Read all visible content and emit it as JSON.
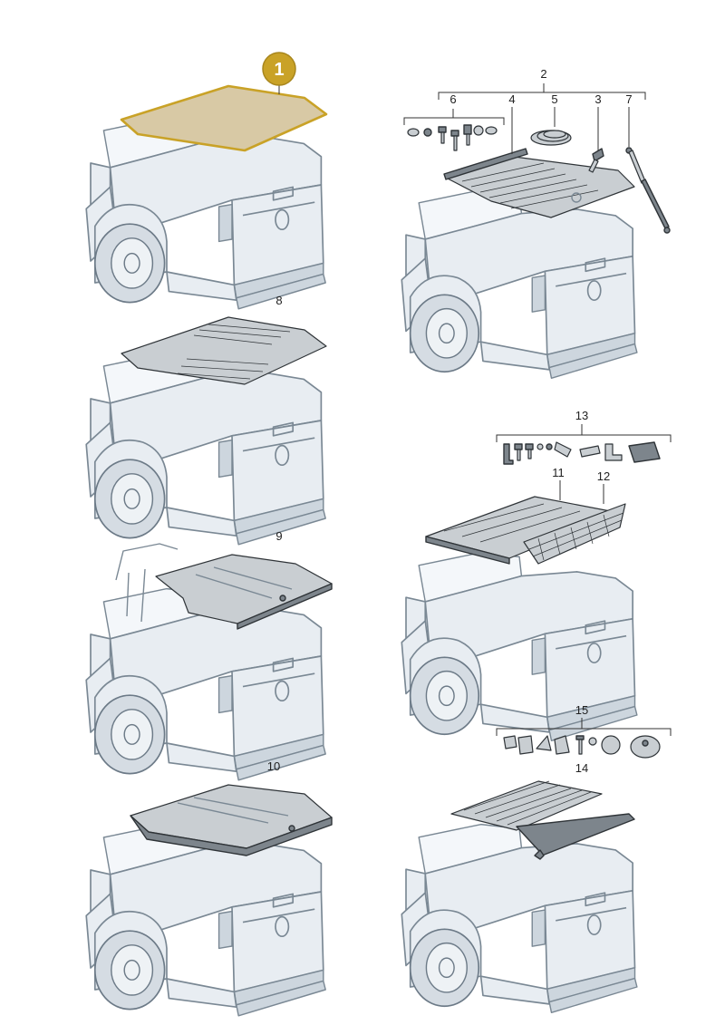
{
  "highlight_color": "#c9a227",
  "labels": {
    "item_1": "1",
    "item_2": "2",
    "item_3": "3",
    "item_4": "4",
    "item_5": "5",
    "item_6": "6",
    "item_7": "7",
    "item_8": "8",
    "item_9": "9",
    "item_10": "10",
    "item_11": "11",
    "item_12": "12",
    "item_13": "13",
    "item_14": "14",
    "item_15": "15"
  }
}
